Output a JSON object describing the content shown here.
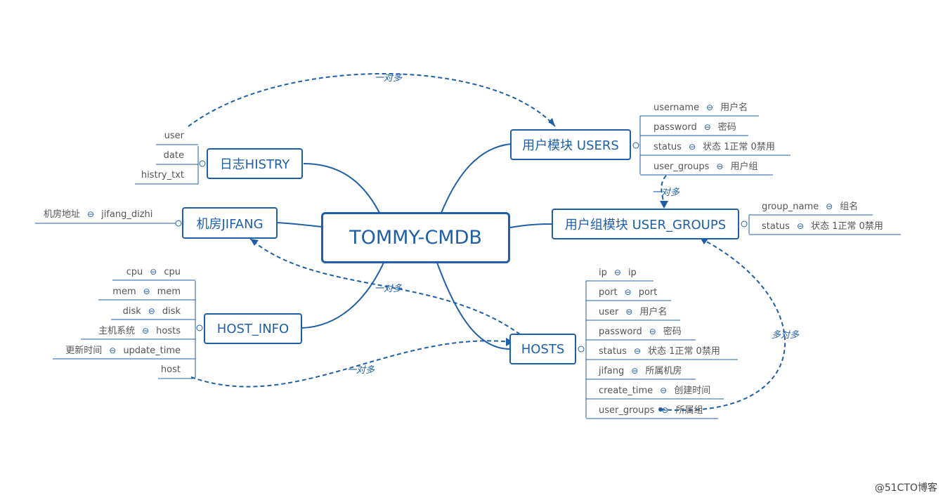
{
  "center": "TOMMY-CMDB",
  "topics": {
    "history": "日志HISTRY",
    "jifang": "机房JIFANG",
    "host_info": "HOST_INFO",
    "users": "用户模块 USERS",
    "user_groups": "用户组模块 USER_GROUPS",
    "hosts": "HOSTS"
  },
  "history_fields": [
    {
      "name": "user"
    },
    {
      "name": "date"
    },
    {
      "name": "histry_txt"
    }
  ],
  "jifang_fields": [
    {
      "desc": "机房地址",
      "name": "jifang_dizhi"
    }
  ],
  "host_info_fields": [
    {
      "desc": "cpu",
      "name": "cpu"
    },
    {
      "desc": "mem",
      "name": "mem"
    },
    {
      "desc": "disk",
      "name": "disk"
    },
    {
      "desc": "主机系统",
      "name": "hosts"
    },
    {
      "desc": "更新时间",
      "name": "update_time"
    },
    {
      "desc": "",
      "name": "host"
    }
  ],
  "users_fields": [
    {
      "name": "username",
      "desc": "用户名"
    },
    {
      "name": "password",
      "desc": "密码"
    },
    {
      "name": "status",
      "desc": "状态 1正常  0禁用"
    },
    {
      "name": "user_groups",
      "desc": "用户组"
    }
  ],
  "user_groups_fields": [
    {
      "name": "group_name",
      "desc": "组名"
    },
    {
      "name": "status",
      "desc": "状态 1正常  0禁用"
    }
  ],
  "hosts_fields": [
    {
      "name": "ip",
      "desc": "ip"
    },
    {
      "name": "port",
      "desc": "port"
    },
    {
      "name": "user",
      "desc": "用户名"
    },
    {
      "name": "password",
      "desc": "密码"
    },
    {
      "name": "status",
      "desc": "状态 1正常  0禁用"
    },
    {
      "name": "jifang",
      "desc": "所属机房"
    },
    {
      "name": "create_time",
      "desc": "创建时间"
    },
    {
      "name": "user_groups",
      "desc": "所属组"
    }
  ],
  "relations": {
    "history_users": "一对多",
    "users_groups": "一对多",
    "jifang_hosts": "一对多",
    "hostinfo_hosts": "一对多",
    "hosts_groups": "多对多"
  },
  "collapse_symbol": "⊖",
  "watermark": "@51CTO博客",
  "colors": {
    "primary": "#1f5fa8",
    "text": "#555555",
    "line": "#1f5fa8"
  }
}
